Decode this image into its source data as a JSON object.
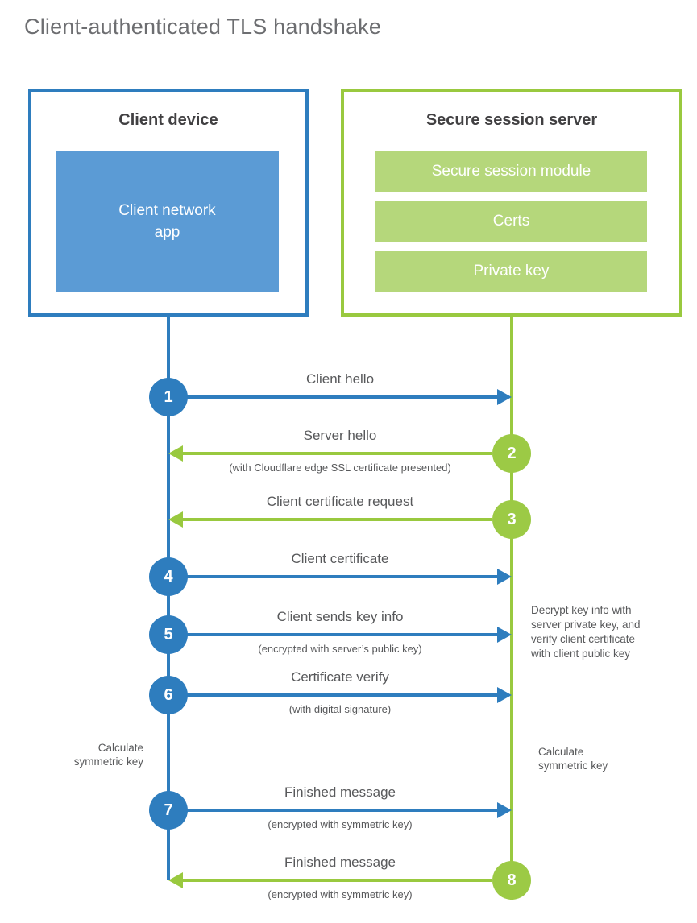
{
  "title": "Client-authenticated TLS handshake",
  "colors": {
    "blue_stroke": "#2e7dbe",
    "blue_fill": "#5b9bd5",
    "green_stroke": "#99c93f",
    "green_circle": "#9cca45",
    "green_fill": "#b5d77b",
    "heading_text": "#414042",
    "label_text": "#58595b",
    "title_text": "#6d6e71"
  },
  "client_box": {
    "title": "Client device",
    "app_lines": [
      "Client network",
      "app"
    ]
  },
  "server_box": {
    "title": "Secure session server",
    "modules": [
      "Secure session module",
      "Certs",
      "Private key"
    ]
  },
  "messages": [
    {
      "number": "1",
      "label": "Client hello",
      "sublabel": "",
      "direction": "right",
      "color": "blue"
    },
    {
      "number": "2",
      "label": "Server hello",
      "sublabel": "(with Cloudflare edge SSL certificate presented)",
      "direction": "left",
      "color": "green"
    },
    {
      "number": "3",
      "label": "Client certificate request",
      "sublabel": "",
      "direction": "left",
      "color": "green"
    },
    {
      "number": "4",
      "label": "Client certificate",
      "sublabel": "",
      "direction": "right",
      "color": "blue"
    },
    {
      "number": "5",
      "label": "Client sends key info",
      "sublabel": "(encrypted with server’s public key)",
      "direction": "right",
      "color": "blue"
    },
    {
      "number": "6",
      "label": "Certificate verify",
      "sublabel": "(with digital signature)",
      "direction": "right",
      "color": "blue"
    },
    {
      "number": "7",
      "label": "Finished message",
      "sublabel": "(encrypted with symmetric key)",
      "direction": "right",
      "color": "blue"
    },
    {
      "number": "8",
      "label": "Finished message",
      "sublabel": "(encrypted with symmetric key)",
      "direction": "left",
      "color": "green"
    }
  ],
  "annotations": {
    "decrypt": {
      "lines": [
        "Decrypt key info with",
        "server private key, and",
        "verify client certificate",
        "with client public key"
      ]
    },
    "calc_left": {
      "lines": [
        "Calculate",
        "symmetric key"
      ]
    },
    "calc_right": {
      "lines": [
        "Calculate",
        "symmetric key"
      ]
    }
  }
}
